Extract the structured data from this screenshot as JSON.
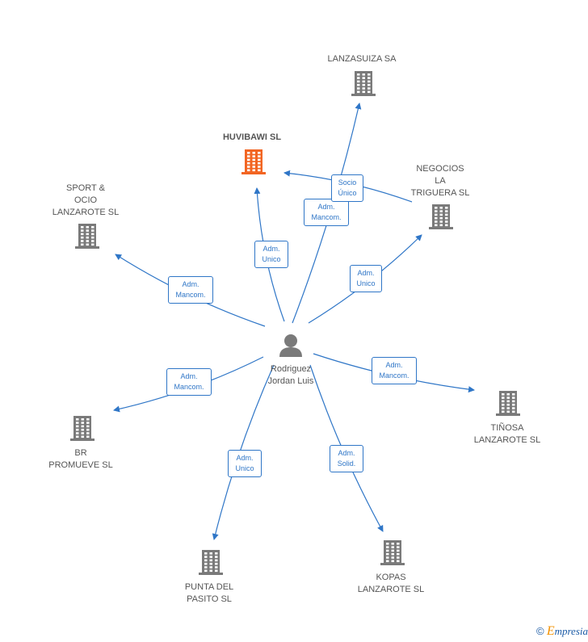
{
  "center": {
    "name": "Rodriguez\nJordan Luis",
    "icon": "person-icon"
  },
  "companies": [
    {
      "id": "lanzasuiza",
      "name": "LANZASUIZA SA",
      "highlight": false
    },
    {
      "id": "huvibawi",
      "name": "HUVIBAWI  SL",
      "highlight": true
    },
    {
      "id": "negocios",
      "name": "NEGOCIOS\nLA\nTRIGUERA  SL",
      "highlight": false
    },
    {
      "id": "sport",
      "name": "SPORT &\nOCIO\nLANZAROTE SL",
      "highlight": false
    },
    {
      "id": "tinosa",
      "name": "TIÑOSA\nLANZAROTE  SL",
      "highlight": false
    },
    {
      "id": "br",
      "name": "BR\nPROMUEVE  SL",
      "highlight": false
    },
    {
      "id": "punta",
      "name": "PUNTA DEL\nPASITO  SL",
      "highlight": false
    },
    {
      "id": "kopas",
      "name": "KOPAS\nLANZAROTE  SL",
      "highlight": false
    }
  ],
  "relations": [
    {
      "to": "lanzasuiza",
      "label": "Adm.\nMancom."
    },
    {
      "to": "huvibawi",
      "label": "Adm.\nUnico"
    },
    {
      "to": "negocios",
      "label": "Adm.\nUnico"
    },
    {
      "to": "sport",
      "label": "Adm.\nMancom."
    },
    {
      "to": "tinosa",
      "label": "Adm.\nMancom."
    },
    {
      "to": "br",
      "label": "Adm.\nMancom."
    },
    {
      "to": "punta",
      "label": "Adm.\nUnico"
    },
    {
      "to": "kopas",
      "label": "Adm.\nSolid."
    },
    {
      "from": "negocios",
      "to": "huvibawi",
      "label": "Socio\nÚnico"
    }
  ],
  "colors": {
    "edge": "#2f76c7",
    "building": "#7a7a7a",
    "building_highlight": "#f26522",
    "person": "#7a7a7a"
  },
  "footer": {
    "copyright": "©",
    "brand_initial": "E",
    "brand_rest": "mpresia"
  }
}
